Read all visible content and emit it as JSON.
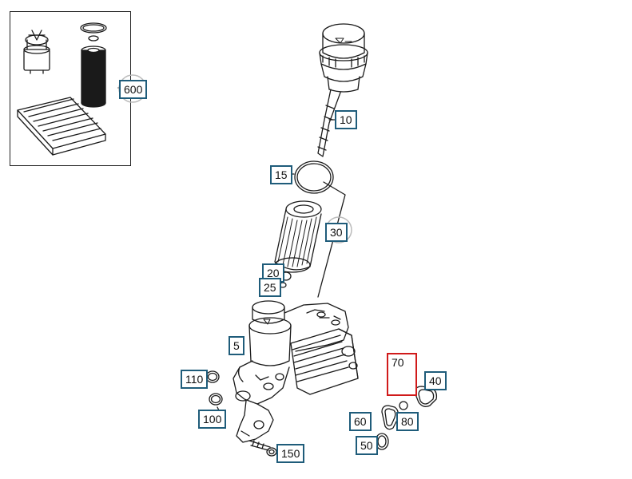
{
  "colors": {
    "callout_border": "#1f5c7a",
    "selected_border": "#d01a1a",
    "line": "#1a1a1a",
    "background": "#ffffff"
  },
  "callouts": {
    "c600": "600",
    "c10": "10",
    "c15": "15",
    "c30": "30",
    "c20": "20",
    "c25": "25",
    "c5": "5",
    "c110": "110",
    "c100": "100",
    "c150": "150",
    "c70": "70",
    "c40": "40",
    "c60": "60",
    "c80": "80",
    "c50": "50"
  },
  "selected_part": "70"
}
